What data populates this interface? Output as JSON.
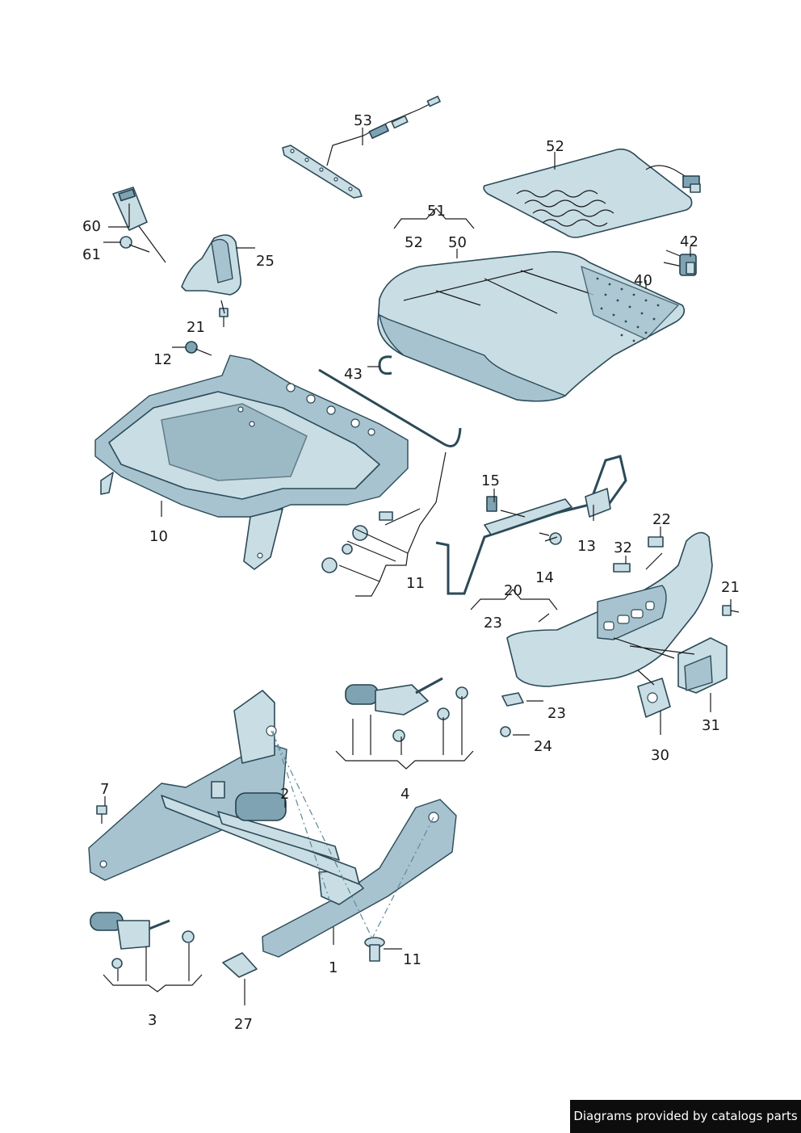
{
  "footer": {
    "text": "Diagrams provided by catalogs parts"
  },
  "labels": {
    "l53": "53",
    "l52a": "52",
    "l51": "51",
    "l52b": "52",
    "l50": "50",
    "l60": "60",
    "l61": "61",
    "l25": "25",
    "l21a": "21",
    "l42": "42",
    "l40": "40",
    "l12": "12",
    "l43": "43",
    "l15": "15",
    "l10": "10",
    "l13": "13",
    "l22": "22",
    "l32": "32",
    "l11a": "11",
    "l14": "14",
    "l20": "20",
    "l21b": "21",
    "l23a": "23",
    "l23b": "23",
    "l24": "24",
    "l31": "31",
    "l30": "30",
    "l4": "4",
    "l7": "7",
    "l2": "2",
    "l11b": "11",
    "l1": "1",
    "l3": "3",
    "l27": "27"
  }
}
